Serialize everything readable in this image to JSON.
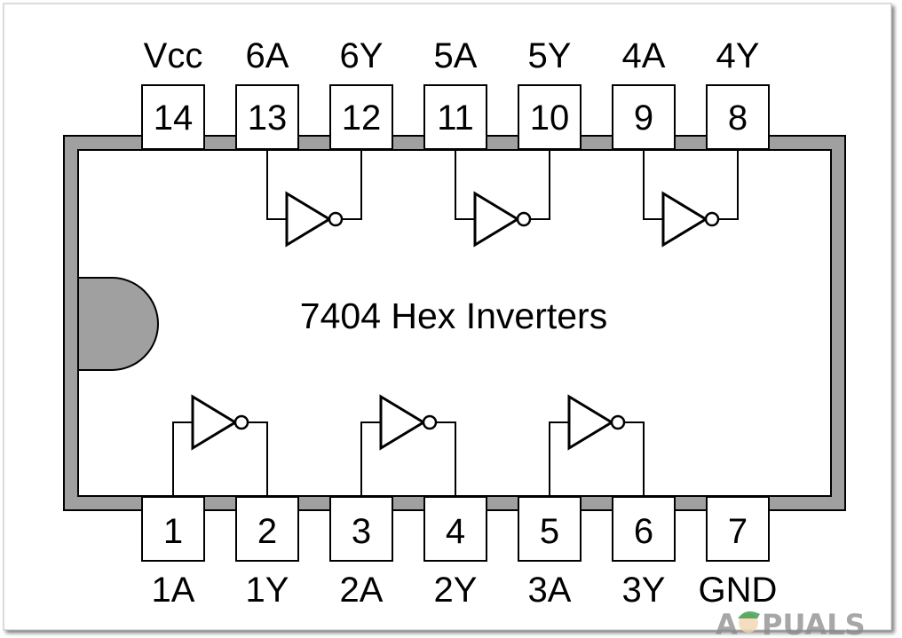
{
  "title": "7404 Hex Inverters",
  "top_pins": [
    {
      "number": "14",
      "label": "Vcc"
    },
    {
      "number": "13",
      "label": "6A"
    },
    {
      "number": "12",
      "label": "6Y"
    },
    {
      "number": "11",
      "label": "5A"
    },
    {
      "number": "10",
      "label": "5Y"
    },
    {
      "number": "9",
      "label": "4A"
    },
    {
      "number": "8",
      "label": "4Y"
    }
  ],
  "bottom_pins": [
    {
      "number": "1",
      "label": "1A"
    },
    {
      "number": "2",
      "label": "1Y"
    },
    {
      "number": "3",
      "label": "2A"
    },
    {
      "number": "4",
      "label": "2Y"
    },
    {
      "number": "5",
      "label": "3A"
    },
    {
      "number": "6",
      "label": "3Y"
    },
    {
      "number": "7",
      "label": "GND"
    }
  ],
  "watermark": "APPUALS",
  "colors": {
    "body": "#a0a0a0",
    "line": "#000000",
    "background": "#ffffff"
  }
}
